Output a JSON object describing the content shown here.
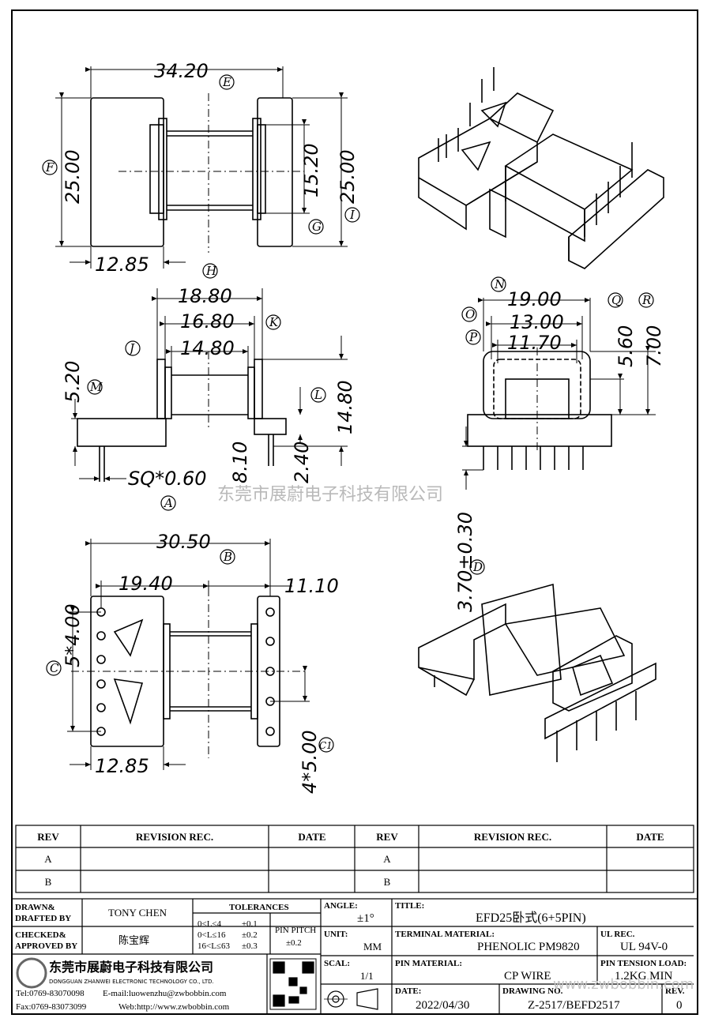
{
  "dimensions": {
    "top_width": "34.20",
    "top_height_left": "25.00",
    "top_height_right": "25.00",
    "top_inner": "15.20",
    "top_bottom": "12.85",
    "mid_w1": "18.80",
    "mid_w2": "16.80",
    "mid_w3": "14.80",
    "mid_height": "14.80",
    "mid_left": "5.20",
    "mid_v1": "8.10",
    "mid_v2": "2.40",
    "pin_sq": "SQ*0.60",
    "right_w1": "19.00",
    "right_w2": "13.00",
    "right_w3": "11.70",
    "right_h1": "5.60",
    "right_h2": "7.00",
    "pin_len": "3.70±0.30",
    "bot_w": "30.50",
    "bot_w1": "19.40",
    "bot_w2": "11.10",
    "bot_pitch_left": "5*4.00",
    "bot_pitch_right": "4*5.00",
    "bot_bottom": "12.85"
  },
  "markers": [
    "E",
    "F",
    "G",
    "I",
    "H",
    "J",
    "K",
    "M",
    "L",
    "A",
    "N",
    "O",
    "P",
    "Q",
    "R",
    "D",
    "B",
    "C",
    "C1"
  ],
  "watermark": "东莞市展蔚电子科技有限公司",
  "watermark2": "www.zwbobbin.com",
  "revision_table": {
    "headers": [
      "REV",
      "REVISION REC.",
      "DATE",
      "REV",
      "REVISION REC.",
      "DATE"
    ],
    "rows": [
      [
        "A",
        "",
        "",
        "A",
        "",
        ""
      ],
      [
        "B",
        "",
        "",
        "B",
        "",
        ""
      ]
    ]
  },
  "title_block": {
    "drawn_label": "DRAWN&\nDRAFTED BY",
    "drawn_value": "TONY CHEN",
    "checked_label": "CHECKED&\nAPPROVED BY",
    "checked_value": "陈宝辉",
    "tolerances_label": "TOLERANCES",
    "tol_rows": [
      [
        "0<L≤4",
        "±0.1"
      ],
      [
        "0<L≤16",
        "±0.2"
      ],
      [
        "16<L≤63",
        "±0.3"
      ]
    ],
    "pin_pitch_label": "PIN PITCH",
    "pin_pitch_value": "±0.2",
    "angle_label": "ANGLE:",
    "angle_value": "±1°",
    "unit_label": "UNIT:",
    "unit_value": "MM",
    "scale_label": "SCAL:",
    "scale_value": "1/1",
    "title_label": "TITLE:",
    "title_value": "EFD25卧式(6+5PIN)",
    "terminal_label": "TERMINAL MATERIAL:",
    "terminal_value": "PHENOLIC PM9820",
    "ul_label": "UL REC.",
    "ul_value": "UL 94V-0",
    "pin_material_label": "PIN MATERIAL:",
    "pin_material_value": "CP WIRE",
    "tension_label": "PIN TENSION LOAD:",
    "tension_value": "1.2KG MIN",
    "date_label": "DATE:",
    "date_value": "2022/04/30",
    "drawing_label": "DRAWING NO.",
    "drawing_value": "Z-2517/BEFD2517",
    "rev_label": "REV.",
    "rev_value": "0",
    "company_cn": "东莞市展蔚电子科技有限公司",
    "company_en": "DONGGUAN ZHANWEI ELECTRONIC TECHNOLOGY CO., LTD.",
    "tel": "Tel:0769-83070098",
    "email": "E-mail:luowenzhu@zwbobbin.com",
    "fax": "Fax:0769-83073099",
    "web": "Web:http://www.zwbobbin.com"
  }
}
